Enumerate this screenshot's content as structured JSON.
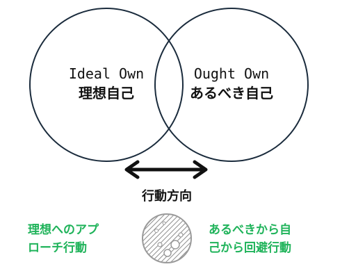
{
  "diagram": {
    "ideal_self": {
      "english": "Ideal Own",
      "japanese": "理想自己"
    },
    "ought_self": {
      "english": "Ought Own",
      "japanese": "あるべき自己"
    },
    "direction_label": "行動方向",
    "approach_label_line1": "理想へのアプ",
    "approach_label_line2": "ローチ行動",
    "avoidance_label_line1": "あるべきから自",
    "avoidance_label_line2": "己から回避行動",
    "colors": {
      "circle_stroke": "#1a2b3c",
      "arrow": "#111111",
      "text": "#111111",
      "accent_green": "#1fb35a",
      "icon_gray": "#9a9a9a"
    }
  }
}
